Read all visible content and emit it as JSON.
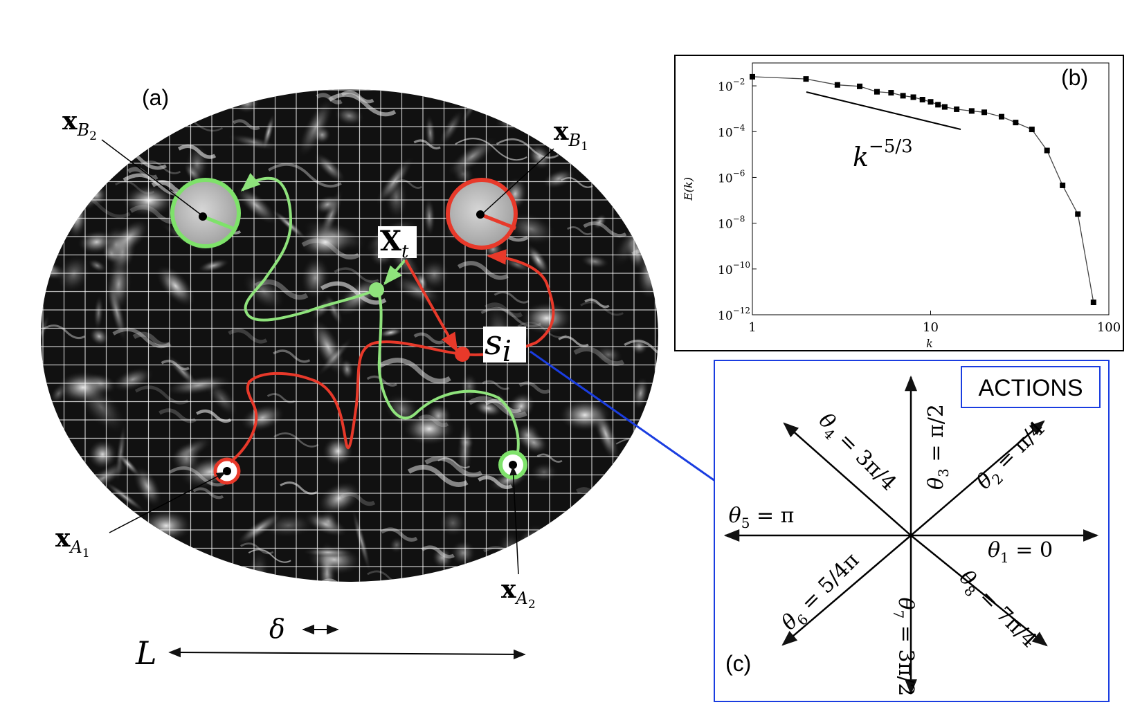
{
  "panel_a": {
    "label": "(a)",
    "xB2": "x",
    "xB2_sub": "B",
    "xB2_subsub": "2",
    "xB1": "x",
    "xB1_sub": "B",
    "xB1_subsub": "1",
    "xA1": "x",
    "xA1_sub": "A",
    "xA1_subsub": "1",
    "xA2": "x",
    "xA2_sub": "A",
    "xA2_subsub": "2",
    "Xt": "X",
    "Xt_sub": "t",
    "Si": "s",
    "Si_sub": "i",
    "delta": "δ",
    "L": "L",
    "colors": {
      "target_B1": "#e8392a",
      "target_B2": "#7ee26a",
      "path_red": "#e8392a",
      "path_green": "#8fe37c"
    }
  },
  "panel_b": {
    "label": "(b)",
    "ylabel": "E(k)",
    "xlabel": "k",
    "slope_label": "k",
    "slope_exp": "−5/3",
    "yticks": [
      "10",
      "10",
      "10",
      "10",
      "10",
      "10"
    ],
    "ytick_exps": [
      "−2",
      "−4",
      "−6",
      "−8",
      "−10",
      "−12"
    ],
    "xticks": [
      "1",
      "10",
      "100"
    ]
  },
  "panel_c": {
    "label": "(c)",
    "title": "ACTIONS",
    "actions": [
      {
        "name": "θ",
        "sub": "1",
        "value": "= 0"
      },
      {
        "name": "θ",
        "sub": "2",
        "value": "= π/4"
      },
      {
        "name": "θ",
        "sub": "3",
        "value": "= π/2"
      },
      {
        "name": "θ",
        "sub": "4",
        "value": "= 3π/4"
      },
      {
        "name": "θ",
        "sub": "5",
        "value": "= π"
      },
      {
        "name": "θ",
        "sub": "6",
        "value": "= 5/4π"
      },
      {
        "name": "θ",
        "sub": "7",
        "value": "= 3π/2"
      },
      {
        "name": "θ",
        "sub": "8",
        "value": "= 7π/4"
      }
    ],
    "arrow_color": "#1a3de0"
  },
  "chart_data": {
    "type": "line",
    "title": "",
    "xlabel": "k",
    "ylabel": "E(k)",
    "xscale": "log",
    "yscale": "log",
    "xlim": [
      1,
      100
    ],
    "ylim": [
      1e-12,
      0.1
    ],
    "grid": false,
    "series": [
      {
        "x": [
          1,
          2,
          3,
          4,
          5,
          6,
          7,
          8,
          9,
          10,
          11,
          12,
          14,
          17,
          20,
          25,
          30,
          37,
          45,
          55,
          67,
          82
        ],
        "y": [
          0.025,
          0.02,
          0.011,
          0.0095,
          0.0055,
          0.005,
          0.0037,
          0.0032,
          0.0025,
          0.002,
          0.0015,
          0.0012,
          0.00095,
          0.0008,
          0.0007,
          0.00045,
          0.00025,
          0.000125,
          1.5e-05,
          4.5e-07,
          2.5e-08,
          3.5e-12
        ]
      }
    ],
    "reference_line": {
      "label": "k^{-5/3}",
      "slope": -1.6667
    }
  }
}
